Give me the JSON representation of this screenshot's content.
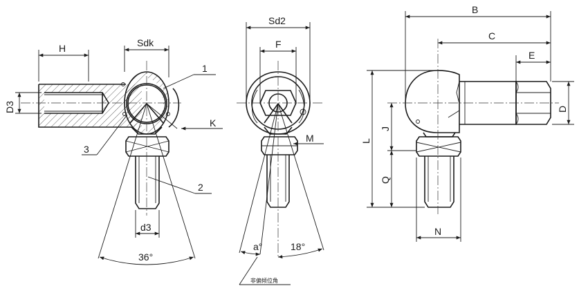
{
  "view_left": {
    "H": "H",
    "Sdk": "Sdk",
    "D3": "D3",
    "K": "K",
    "d3": "d3",
    "angle": "36°",
    "callout_1": "1",
    "callout_2": "2",
    "callout_3": "3"
  },
  "view_middle": {
    "Sd2": "Sd2",
    "F": "F",
    "M": "M",
    "angle_a": "a°",
    "angle_18": "18°",
    "note": "非偏倾位角"
  },
  "view_right": {
    "B": "B",
    "C": "C",
    "E": "E",
    "D": "D",
    "L": "L",
    "J": "J",
    "Q": "Q",
    "N": "N"
  }
}
